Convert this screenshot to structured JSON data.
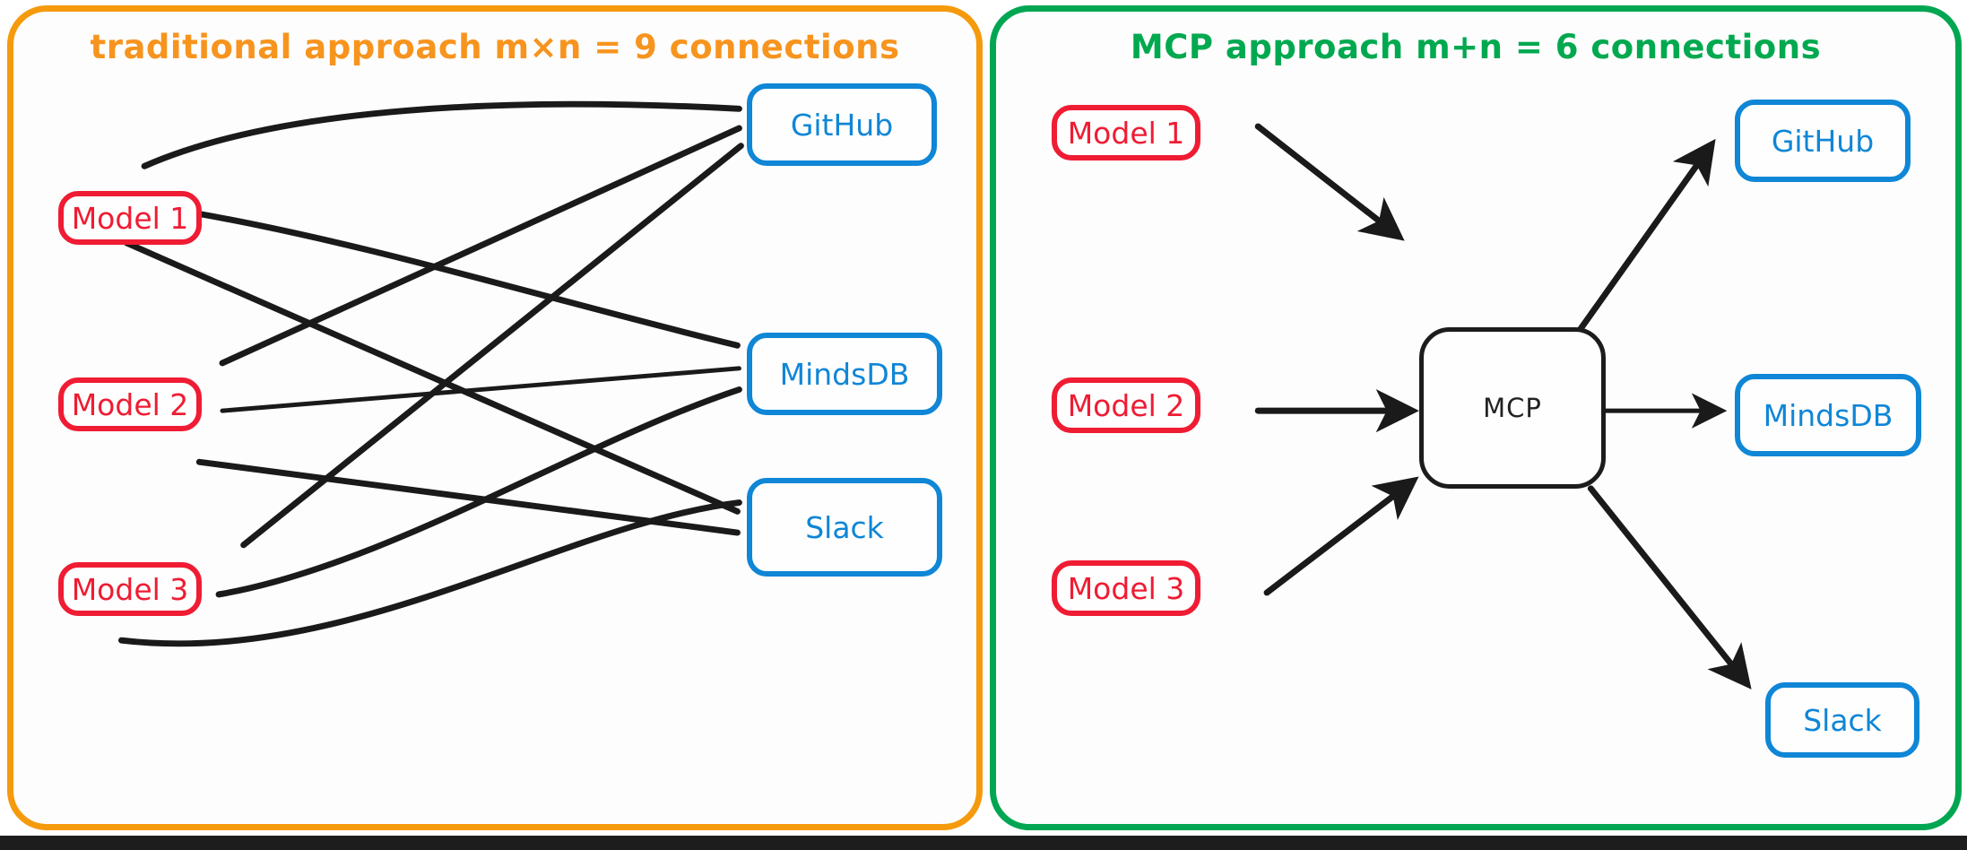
{
  "diagram": {
    "title_left": "traditional approach m×n = 9 connections",
    "title_right": "MCP approach m+n = 6 connections",
    "colors": {
      "orange_panel": "#f7941e",
      "green_panel": "#00a94f",
      "model_red": "#ef1c33",
      "service_blue": "#0f86d6",
      "hub_black": "#1c1c1c",
      "wire_black": "#1a1a1a",
      "canvas": "#ffffff"
    }
  },
  "left_panel": {
    "title": "traditional approach m×n = 9 connections",
    "connection_count": 9,
    "formula": "m×n",
    "models": [
      {
        "label": "Model 1"
      },
      {
        "label": "Model 2"
      },
      {
        "label": "Model 3"
      }
    ],
    "services": [
      {
        "label": "GitHub"
      },
      {
        "label": "MindsDB"
      },
      {
        "label": "Slack"
      }
    ],
    "edges": [
      {
        "from": "Model 1",
        "to": "GitHub"
      },
      {
        "from": "Model 1",
        "to": "MindsDB"
      },
      {
        "from": "Model 1",
        "to": "Slack"
      },
      {
        "from": "Model 2",
        "to": "GitHub"
      },
      {
        "from": "Model 2",
        "to": "MindsDB"
      },
      {
        "from": "Model 2",
        "to": "Slack"
      },
      {
        "from": "Model 3",
        "to": "GitHub"
      },
      {
        "from": "Model 3",
        "to": "MindsDB"
      },
      {
        "from": "Model 3",
        "to": "Slack"
      }
    ]
  },
  "right_panel": {
    "title": "MCP approach m+n = 6 connections",
    "connection_count": 6,
    "formula": "m+n",
    "hub": {
      "label": "MCP"
    },
    "models": [
      {
        "label": "Model 1"
      },
      {
        "label": "Model 2"
      },
      {
        "label": "Model 3"
      }
    ],
    "services": [
      {
        "label": "GitHub"
      },
      {
        "label": "MindsDB"
      },
      {
        "label": "Slack"
      }
    ],
    "edges": [
      {
        "from": "Model 1",
        "to": "MCP",
        "directed": true
      },
      {
        "from": "Model 2",
        "to": "MCP",
        "directed": true
      },
      {
        "from": "Model 3",
        "to": "MCP",
        "directed": true
      },
      {
        "from": "MCP",
        "to": "GitHub",
        "directed": true
      },
      {
        "from": "MCP",
        "to": "MindsDB",
        "directed": true
      },
      {
        "from": "MCP",
        "to": "Slack",
        "directed": true
      }
    ]
  }
}
